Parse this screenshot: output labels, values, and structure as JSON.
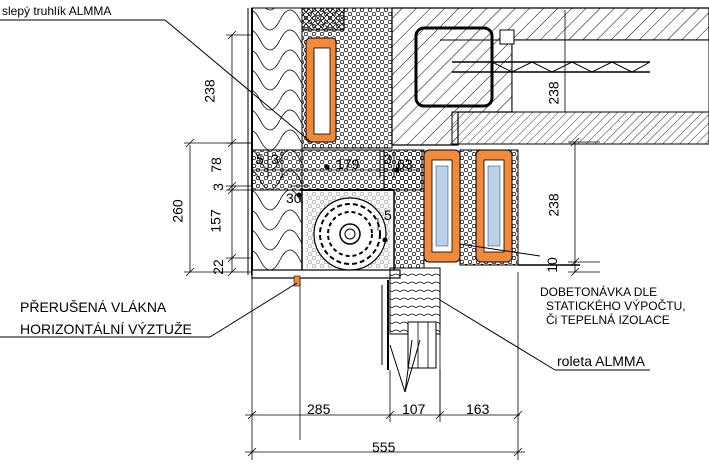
{
  "labels": {
    "blind_box": "slepý truhlík ALMMA",
    "interrupted_fibers_1": "PŘERUŠENÁ VLÁKNA",
    "interrupted_fibers_2": "HORIZONTÁLNÍ VÝZTUŽE",
    "concrete_note_1": "DOBETONÁVKA DLE",
    "concrete_note_2": "STATICKÉHO VÝPOČTU,",
    "concrete_note_3": "Či TEPELNÁ IZOLACE",
    "shutter": "roleta ALMMA"
  },
  "dimensions": {
    "left_238": "238",
    "left_78": "78",
    "left_3": "3",
    "left_157": "157",
    "left_22": "22",
    "left_260": "260",
    "top_5": "5",
    "top_3a": "3",
    "top_179": "179",
    "top_3b": "3",
    "top_63": "63",
    "inner_30": "30",
    "inner_5": "5",
    "right_238_top": "238",
    "right_238": "238",
    "right_10": "10",
    "bottom_285": "285",
    "bottom_107": "107",
    "bottom_163": "163",
    "bottom_555": "555"
  },
  "colors": {
    "orange_box": "#f28a3c",
    "insulation_lines": "#000000",
    "hatch": "#000000",
    "glass": "#a9c7e6"
  }
}
